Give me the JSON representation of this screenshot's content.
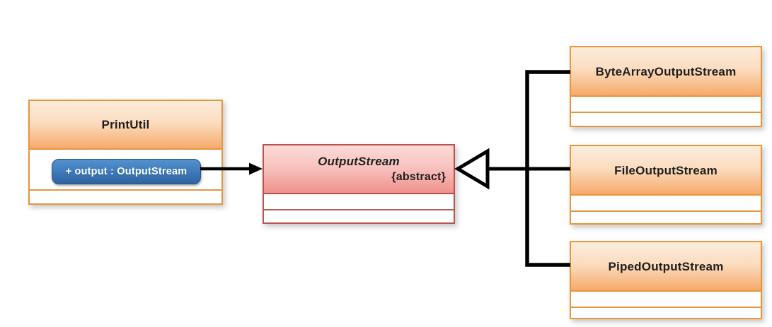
{
  "diagram": {
    "kind": "uml-class-diagram",
    "classes": {
      "printutil": {
        "name": "PrintUtil",
        "attributes": [
          "+ output : OutputStream"
        ],
        "operations": []
      },
      "outputstream": {
        "name": "OutputStream",
        "stereotype": "{abstract}",
        "attributes": [],
        "operations": []
      },
      "bytearrayoutputstream": {
        "name": "ByteArrayOutputStream",
        "attributes": [],
        "operations": []
      },
      "fileoutputstream": {
        "name": "FileOutputStream",
        "attributes": [],
        "operations": []
      },
      "pipedoutputstream": {
        "name": "PipedOutputStream",
        "attributes": [],
        "operations": []
      }
    },
    "relationships": [
      {
        "type": "association",
        "from": "PrintUtil.output",
        "to": "OutputStream",
        "arrow": "filled-arrowhead"
      },
      {
        "type": "generalization",
        "from": "ByteArrayOutputStream",
        "to": "OutputStream",
        "arrow": "hollow-triangle"
      },
      {
        "type": "generalization",
        "from": "FileOutputStream",
        "to": "OutputStream",
        "arrow": "hollow-triangle"
      },
      {
        "type": "generalization",
        "from": "PipedOutputStream",
        "to": "OutputStream",
        "arrow": "hollow-triangle"
      }
    ],
    "colors": {
      "orange_fill_top": "#fcecdb",
      "orange_fill_bottom": "#f6aa6a",
      "orange_border": "#e8953f",
      "red_fill_top": "#fcdad7",
      "red_fill_bottom": "#f0928c",
      "red_border": "#c0504d",
      "blue_pill_top": "#5591cd",
      "blue_pill_bottom": "#2f62a0",
      "connector": "#000000",
      "text": "#1f1f1f",
      "background": "#ffffff"
    }
  }
}
